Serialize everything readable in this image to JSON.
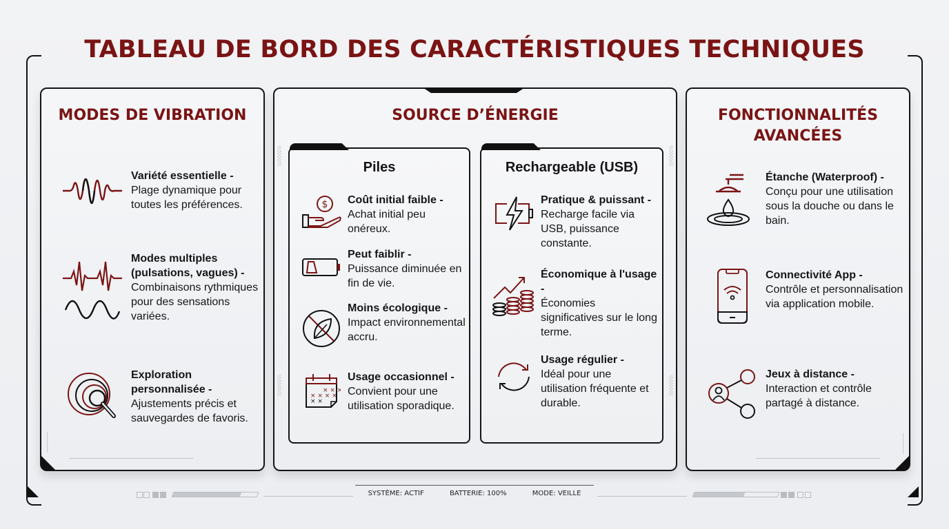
{
  "title": "TABLEAU DE BORD DES CARACTÉRISTIQUES TECHNIQUES",
  "colors": {
    "accent": "#7a1414",
    "ink": "#141414",
    "background": "#eff0f2"
  },
  "vibration": {
    "heading": "MODES DE VIBRATION",
    "items": [
      {
        "icon": "waveform-icon",
        "title": "Variété essentielle -",
        "desc": "Plage dynamique pour toutes les préférences."
      },
      {
        "icon": "pulse-wave-icon",
        "title": "Modes multiples (pulsations, vagues) -",
        "desc": "Combinaisons rythmiques pour des sensations variées."
      },
      {
        "icon": "search-rings-icon",
        "title": "Exploration personnalisée -",
        "desc": "Ajustements précis et sauvegardes de favoris."
      }
    ]
  },
  "energy": {
    "heading": "SOURCE D’ÉNERGIE",
    "piles": {
      "heading": "Piles",
      "items": [
        {
          "icon": "hand-coin-icon",
          "title": "Coût initial faible -",
          "desc": "Achat initial peu onéreux."
        },
        {
          "icon": "low-battery-icon",
          "title": "Peut faiblir -",
          "desc": "Puissance diminuée en fin de vie."
        },
        {
          "icon": "no-leaf-icon",
          "title": "Moins écologique -",
          "desc": "Impact environnemental accru."
        },
        {
          "icon": "calendar-icon",
          "title": "Usage occasionnel -",
          "desc": "Convient pour une utilisation sporadique."
        }
      ]
    },
    "usb": {
      "heading": "Rechargeable (USB)",
      "items": [
        {
          "icon": "charging-battery-icon",
          "title": "Pratique & puissant -",
          "desc": "Recharge facile via USB, puissance constante."
        },
        {
          "icon": "coins-growth-icon",
          "title": "Économique à l'usage -",
          "desc": "Économies significatives sur le long terme."
        },
        {
          "icon": "cycle-arrows-icon",
          "title": "Usage régulier -",
          "desc": "Idéal pour une utilisation fréquente et durable."
        }
      ]
    }
  },
  "advanced": {
    "heading": "FONCTIONNALITÉS AVANCÉES",
    "items": [
      {
        "icon": "shower-drop-icon",
        "title": "Étanche (Waterproof) -",
        "desc": "Conçu pour une utilisation sous la douche ou dans le bain."
      },
      {
        "icon": "phone-wifi-icon",
        "title": "Connectivité App -",
        "desc": "Contrôle et personnalisation via application mobile."
      },
      {
        "icon": "share-user-icon",
        "title": "Jeux à distance -",
        "desc": "Interaction et contrôle partagé à distance."
      }
    ]
  },
  "status_bar": {
    "system": "SYSTÈME: ACTIF",
    "battery": "BATTERIE: 100%",
    "mode": "MODE: VEILLE"
  }
}
